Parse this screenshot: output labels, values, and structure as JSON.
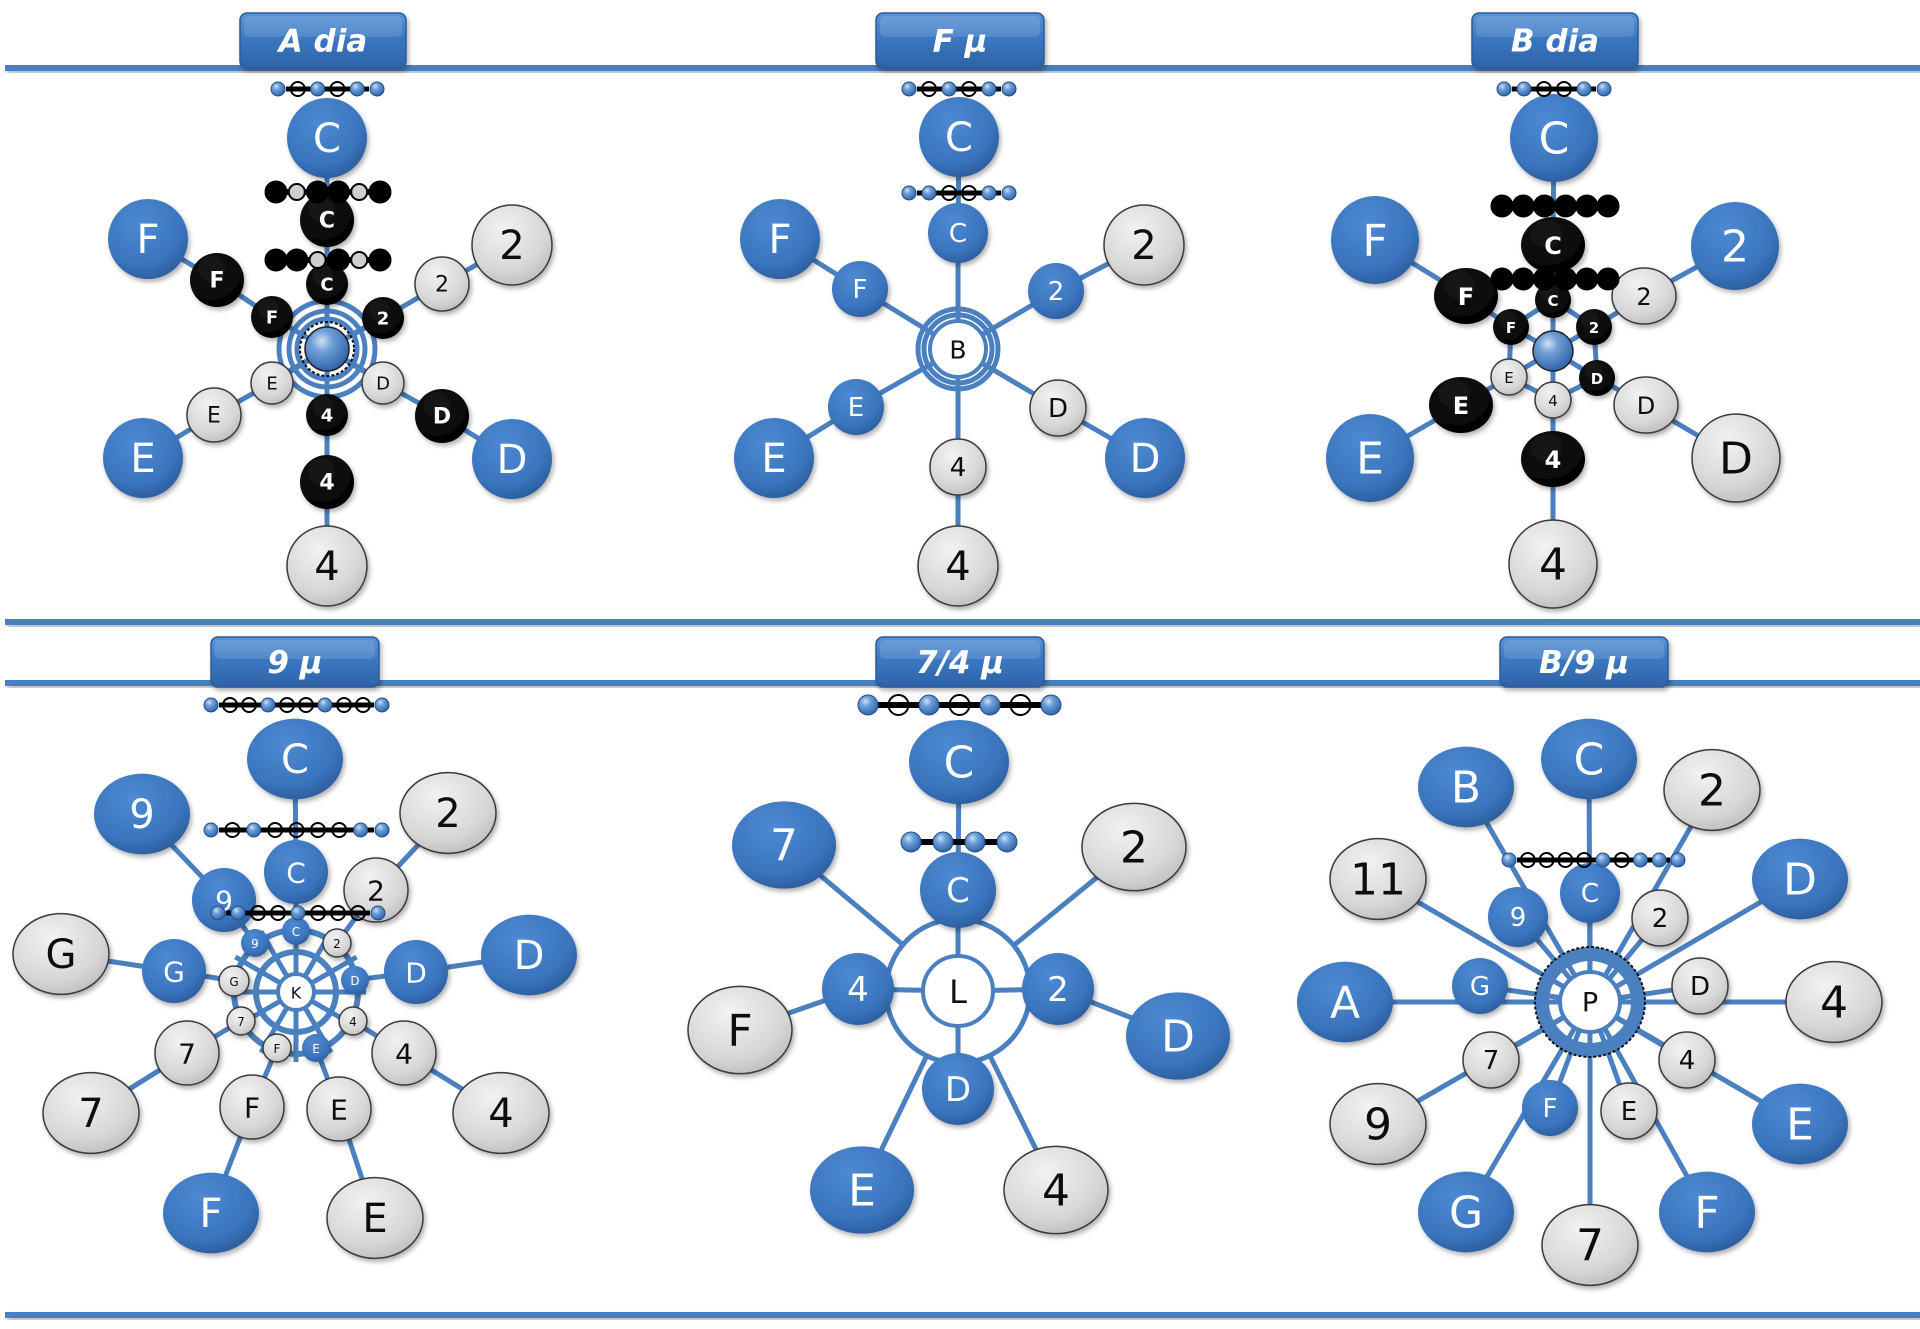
{
  "colors": {
    "blue": "#3b78c2",
    "blue_dark": "#2a5fa3",
    "grey": "#dcdcdc",
    "black": "#050505",
    "white": "#ffffff",
    "line": "#4a7fc0"
  },
  "panels": [
    {
      "title": "A dia",
      "center": {
        "label": "",
        "style": "ball"
      },
      "nodes": [
        {
          "label": "C",
          "style": "blue"
        },
        {
          "label": "C",
          "style": "black"
        },
        {
          "label": "C",
          "style": "black"
        },
        {
          "label": "F",
          "style": "blue"
        },
        {
          "label": "F",
          "style": "black"
        },
        {
          "label": "F",
          "style": "black"
        },
        {
          "label": "2",
          "style": "grey"
        },
        {
          "label": "2",
          "style": "grey"
        },
        {
          "label": "2",
          "style": "black"
        },
        {
          "label": "D",
          "style": "grey"
        },
        {
          "label": "D",
          "style": "black"
        },
        {
          "label": "D",
          "style": "blue"
        },
        {
          "label": "E",
          "style": "grey"
        },
        {
          "label": "E",
          "style": "grey"
        },
        {
          "label": "E",
          "style": "blue"
        },
        {
          "label": "4",
          "style": "black"
        },
        {
          "label": "4",
          "style": "black"
        },
        {
          "label": "4",
          "style": "grey"
        }
      ]
    },
    {
      "title": "F μ",
      "center": {
        "label": "B",
        "style": "white"
      },
      "nodes": [
        {
          "label": "C",
          "style": "blue"
        },
        {
          "label": "C",
          "style": "blue"
        },
        {
          "label": "F",
          "style": "blue"
        },
        {
          "label": "F",
          "style": "blue"
        },
        {
          "label": "2",
          "style": "grey"
        },
        {
          "label": "2",
          "style": "blue"
        },
        {
          "label": "E",
          "style": "blue"
        },
        {
          "label": "E",
          "style": "blue"
        },
        {
          "label": "D",
          "style": "grey"
        },
        {
          "label": "D",
          "style": "blue"
        },
        {
          "label": "4",
          "style": "grey"
        },
        {
          "label": "4",
          "style": "grey"
        }
      ]
    },
    {
      "title": "B dia",
      "center": {
        "label": "",
        "style": "ball"
      },
      "nodes": [
        {
          "label": "C",
          "style": "blue"
        },
        {
          "label": "C",
          "style": "black"
        },
        {
          "label": "C",
          "style": "black"
        },
        {
          "label": "F",
          "style": "blue"
        },
        {
          "label": "F",
          "style": "black"
        },
        {
          "label": "F",
          "style": "black"
        },
        {
          "label": "2",
          "style": "blue"
        },
        {
          "label": "2",
          "style": "grey"
        },
        {
          "label": "2",
          "style": "black"
        },
        {
          "label": "E",
          "style": "grey"
        },
        {
          "label": "E",
          "style": "black"
        },
        {
          "label": "E",
          "style": "blue"
        },
        {
          "label": "4",
          "style": "grey"
        },
        {
          "label": "4",
          "style": "black"
        },
        {
          "label": "4",
          "style": "grey"
        },
        {
          "label": "D",
          "style": "black"
        },
        {
          "label": "D",
          "style": "grey"
        },
        {
          "label": "D",
          "style": "grey"
        }
      ]
    },
    {
      "title": "9 μ",
      "center": {
        "label": "K",
        "style": "white"
      },
      "nodes": [
        {
          "label": "C",
          "style": "blue"
        },
        {
          "label": "C",
          "style": "blue"
        },
        {
          "label": "C",
          "style": "blue"
        },
        {
          "label": "9",
          "style": "blue"
        },
        {
          "label": "9",
          "style": "blue"
        },
        {
          "label": "9",
          "style": "blue"
        },
        {
          "label": "2",
          "style": "grey"
        },
        {
          "label": "2",
          "style": "grey"
        },
        {
          "label": "2",
          "style": "grey"
        },
        {
          "label": "G",
          "style": "grey"
        },
        {
          "label": "G",
          "style": "blue"
        },
        {
          "label": "G",
          "style": "grey"
        },
        {
          "label": "D",
          "style": "blue"
        },
        {
          "label": "D",
          "style": "blue"
        },
        {
          "label": "D",
          "style": "blue"
        },
        {
          "label": "7",
          "style": "grey"
        },
        {
          "label": "7",
          "style": "grey"
        },
        {
          "label": "7",
          "style": "grey"
        },
        {
          "label": "4",
          "style": "grey"
        },
        {
          "label": "4",
          "style": "grey"
        },
        {
          "label": "4",
          "style": "grey"
        },
        {
          "label": "F",
          "style": "grey"
        },
        {
          "label": "F",
          "style": "grey"
        },
        {
          "label": "F",
          "style": "blue"
        },
        {
          "label": "E",
          "style": "blue"
        },
        {
          "label": "E",
          "style": "grey"
        },
        {
          "label": "E",
          "style": "grey"
        }
      ]
    },
    {
      "title": "7/4 μ",
      "center": {
        "label": "L",
        "style": "white"
      },
      "nodes": [
        {
          "label": "C",
          "style": "blue"
        },
        {
          "label": "C",
          "style": "blue"
        },
        {
          "label": "4",
          "style": "blue"
        },
        {
          "label": "2",
          "style": "blue"
        },
        {
          "label": "D",
          "style": "blue"
        },
        {
          "label": "7",
          "style": "blue"
        },
        {
          "label": "2",
          "style": "grey"
        },
        {
          "label": "F",
          "style": "grey"
        },
        {
          "label": "D",
          "style": "blue"
        },
        {
          "label": "E",
          "style": "blue"
        },
        {
          "label": "4",
          "style": "grey"
        }
      ]
    },
    {
      "title": "B/9 μ",
      "center": {
        "label": "P",
        "style": "white"
      },
      "nodes": [
        {
          "label": "C",
          "style": "blue"
        },
        {
          "label": "B",
          "style": "blue"
        },
        {
          "label": "2",
          "style": "grey"
        },
        {
          "label": "11",
          "style": "grey"
        },
        {
          "label": "D",
          "style": "blue"
        },
        {
          "label": "A",
          "style": "blue"
        },
        {
          "label": "4",
          "style": "grey"
        },
        {
          "label": "9",
          "style": "grey"
        },
        {
          "label": "E",
          "style": "blue"
        },
        {
          "label": "G",
          "style": "blue"
        },
        {
          "label": "7",
          "style": "grey"
        },
        {
          "label": "F",
          "style": "blue"
        },
        {
          "label": "C",
          "style": "blue"
        },
        {
          "label": "9",
          "style": "blue"
        },
        {
          "label": "2",
          "style": "grey"
        },
        {
          "label": "G",
          "style": "blue"
        },
        {
          "label": "D",
          "style": "grey"
        },
        {
          "label": "7",
          "style": "grey"
        },
        {
          "label": "4",
          "style": "grey"
        },
        {
          "label": "F",
          "style": "blue"
        },
        {
          "label": "E",
          "style": "grey"
        }
      ]
    }
  ]
}
